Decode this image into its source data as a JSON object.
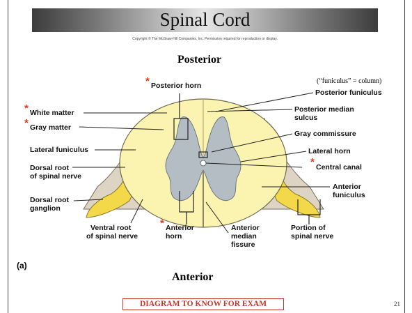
{
  "slide": {
    "title": "Spinal Cord",
    "copyright": "Copyright © The McGraw-Hill Companies, Inc. Permission required for reproduction or display.",
    "posterior_heading": "Posterior",
    "anterior_heading": "Anterior",
    "note": "(“funiculus” = column)",
    "panel_letter": "(a)",
    "exam_note": "DIAGRAM TO KNOW FOR EXAM",
    "page_number": "21",
    "star_color": "#e03a1e"
  },
  "labels": {
    "posterior_horn": "Posterior horn",
    "white_matter": "White matter",
    "gray_matter": "Gray matter",
    "lateral_funiculus": "Lateral funiculus",
    "dorsal_root": [
      "Dorsal root",
      "of spinal nerve"
    ],
    "dorsal_root_ganglion": [
      "Dorsal root",
      "ganglion"
    ],
    "ventral_root": [
      "Ventral root",
      "of spinal nerve"
    ],
    "anterior_horn": [
      "Anterior",
      "horn"
    ],
    "anterior_median_fissure": [
      "Anterior",
      "median",
      "fissure"
    ],
    "portion_spinal_nerve": [
      "Portion of",
      "spinal nerve"
    ],
    "posterior_funiculus": "Posterior funiculus",
    "posterior_median_sulcus": [
      "Posterior median",
      "sulcus"
    ],
    "gray_commissure": "Gray commissure",
    "lateral_horn": "Lateral horn",
    "central_canal": "Central canal",
    "anterior_funiculus": [
      "Anterior",
      "funiculus"
    ]
  },
  "colors": {
    "white_matter": "#fbf3b0",
    "gray_matter": "#b4bdc4",
    "nerve": "#f3d84a",
    "meninges": "#ddd4c4"
  }
}
